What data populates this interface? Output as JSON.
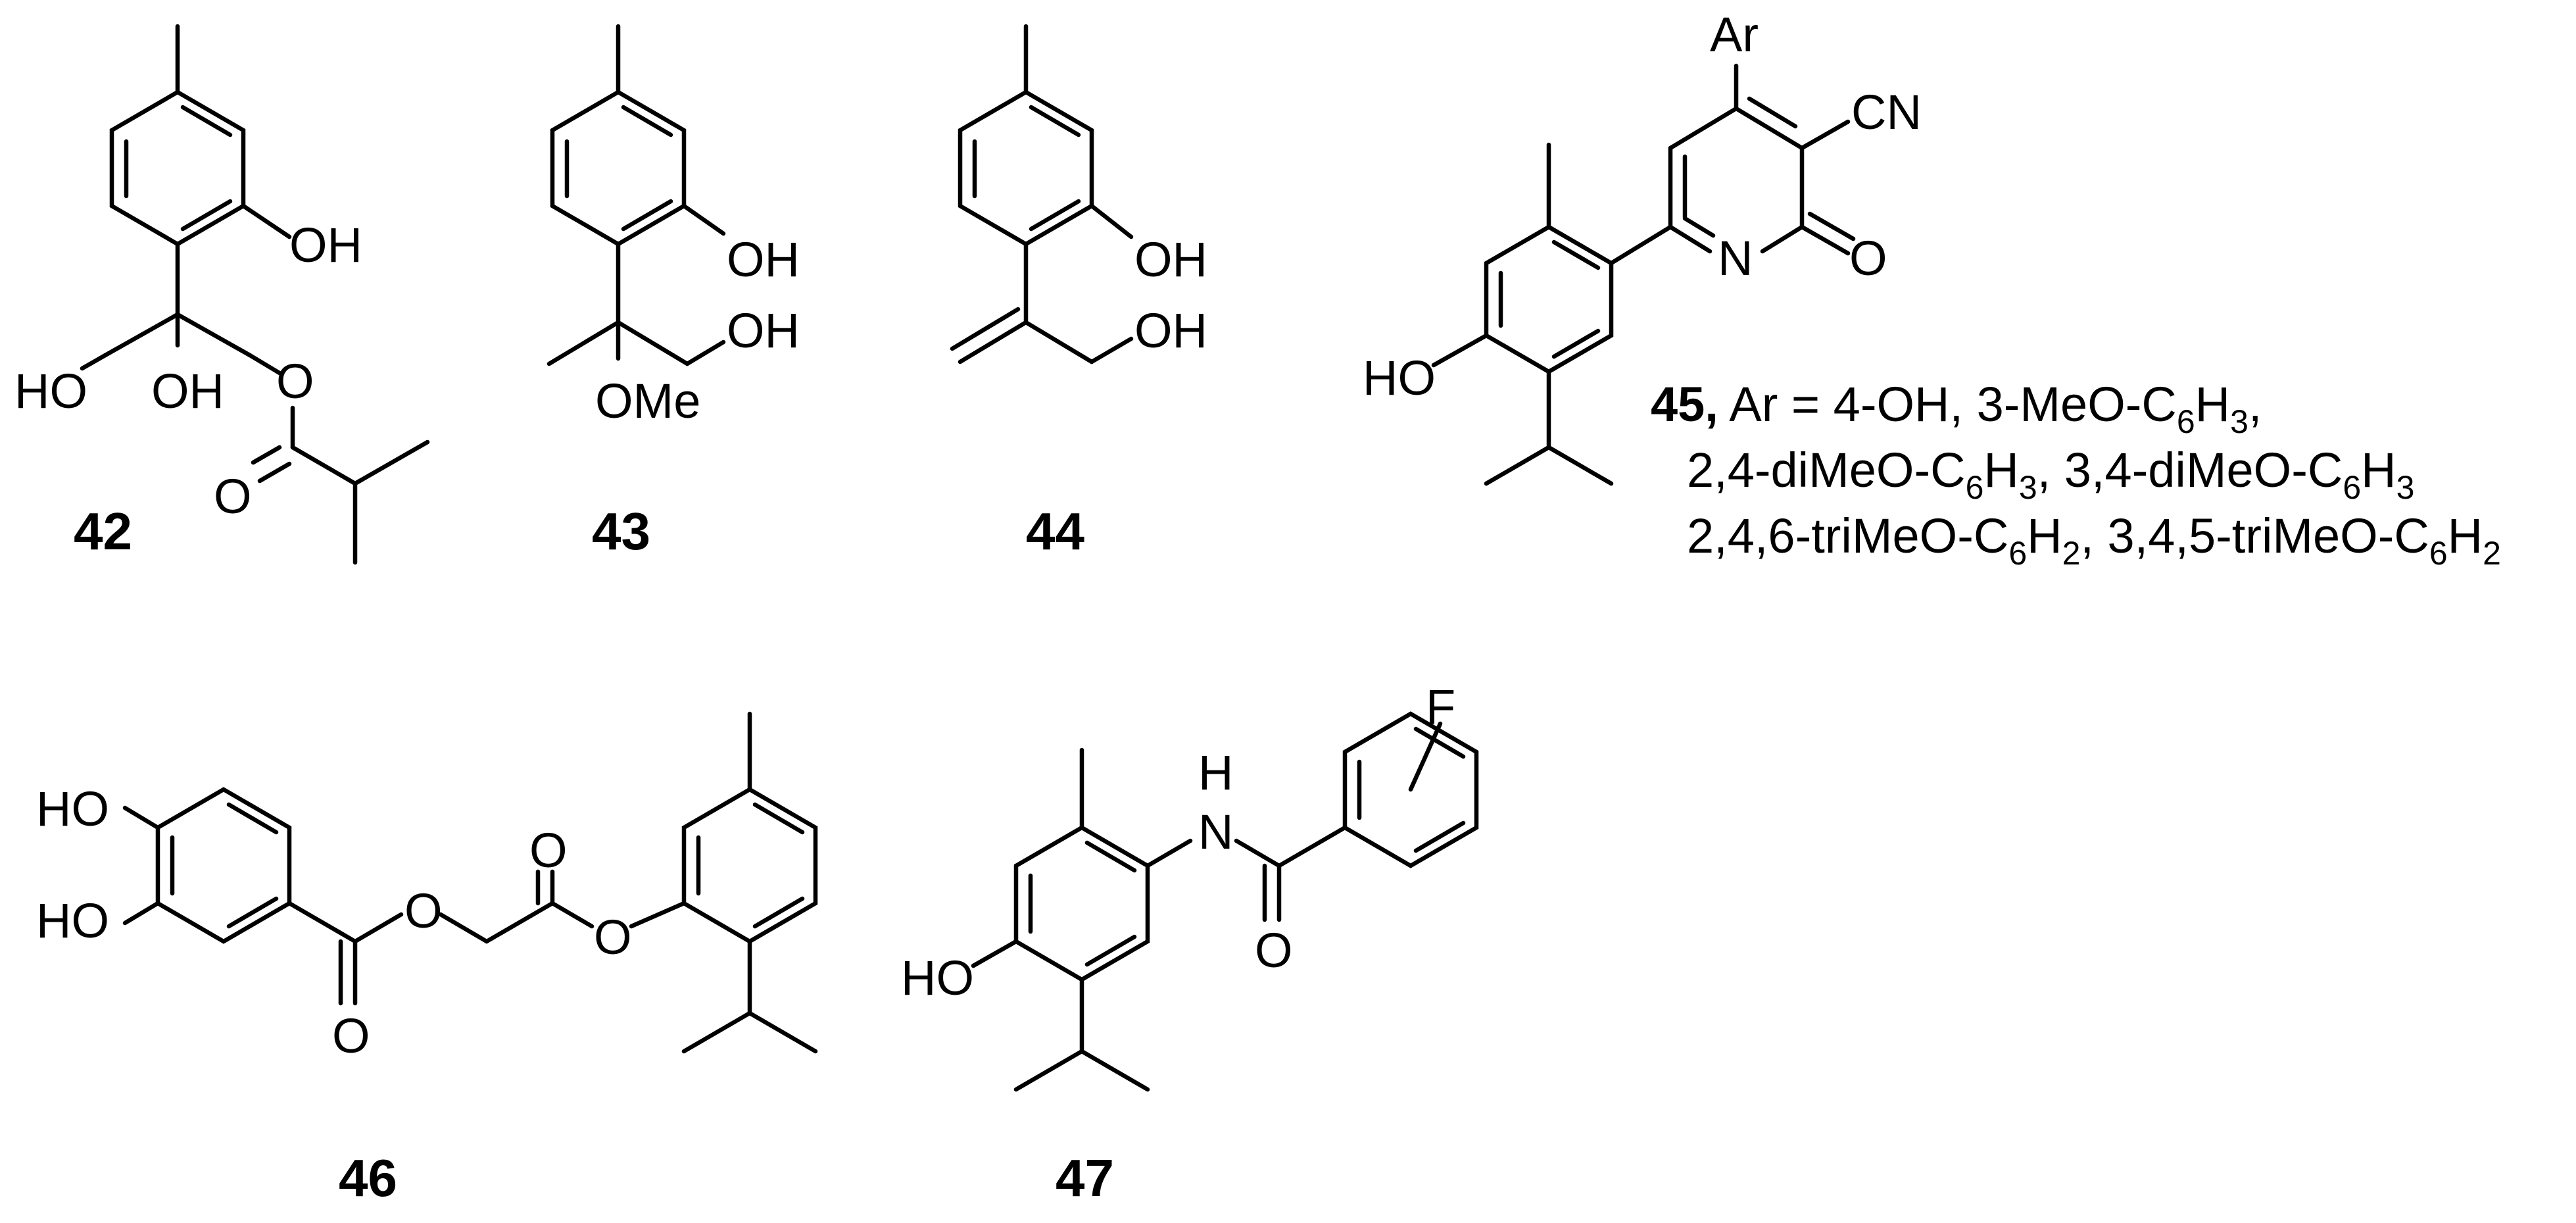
{
  "compounds": {
    "c42": {
      "id": "42",
      "atoms": {
        "oh_ring": "OH",
        "oh_left": "HO",
        "oh_center": "OH",
        "o_ester": "O",
        "o_carbonyl": "O"
      }
    },
    "c43": {
      "id": "43",
      "atoms": {
        "oh_ring": "OH",
        "oh_chain": "OH",
        "ome": "OMe"
      }
    },
    "c44": {
      "id": "44",
      "atoms": {
        "oh_ring": "OH",
        "oh_chain": "OH"
      }
    },
    "c45": {
      "id": "45,",
      "atoms": {
        "ar": "Ar",
        "cn": "CN",
        "n": "N",
        "o": "O",
        "ho": "HO"
      },
      "substituents": {
        "line1_prefix": " Ar = 4-OH, 3-MeO-C",
        "line1_sub1": "6",
        "line1_mid": "H",
        "line1_sub2": "3",
        "line1_end": ",",
        "line2_a": "2,4-diMeO-C",
        "line2_a_sub1": "6",
        "line2_a_h": "H",
        "line2_a_sub2": "3",
        "line2_b": ", 3,4-diMeO-C",
        "line2_b_sub1": "6",
        "line2_b_h": "H",
        "line2_b_sub2": "3",
        "line3_a": "2,4,6-triMeO-C",
        "line3_a_sub1": "6",
        "line3_a_h": "H",
        "line3_a_sub2": "2",
        "line3_b": ", 3,4,5-triMeO-C",
        "line3_b_sub1": "6",
        "line3_b_h": "H",
        "line3_b_sub2": "2"
      }
    },
    "c46": {
      "id": "46",
      "atoms": {
        "ho_top": "HO",
        "ho_bottom": "HO",
        "o_ester1": "O",
        "o_carbonyl1": "O",
        "o_carbonyl2": "O",
        "o_ester2": "O"
      }
    },
    "c47": {
      "id": "47",
      "atoms": {
        "h": "H",
        "n": "N",
        "o": "O",
        "f": "F",
        "ho": "HO"
      }
    }
  }
}
